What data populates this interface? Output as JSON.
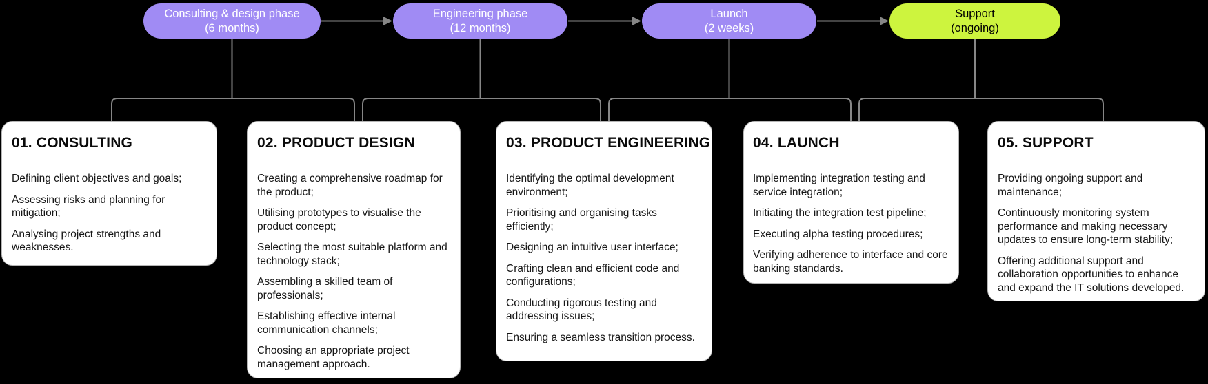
{
  "diagram": {
    "phases": [
      {
        "label": "Consulting & design phase",
        "duration": "(6 months)"
      },
      {
        "label": "Engineering phase",
        "duration": "(12 months)"
      },
      {
        "label": "Launch",
        "duration": "(2 weeks)"
      },
      {
        "label": "Support",
        "duration": "(ongoing)"
      }
    ],
    "cards": [
      {
        "title": "01. CONSULTING",
        "items": [
          "Defining client objectives and goals;",
          "Assessing risks and planning for mitigation;",
          "Analysing project strengths and weaknesses."
        ]
      },
      {
        "title": "02. PRODUCT DESIGN",
        "items": [
          "Creating a comprehensive roadmap for the product;",
          "Utilising prototypes to visualise the product concept;",
          "Selecting the most suitable platform and technology stack;",
          "Assembling a skilled team of professionals;",
          "Establishing effective internal communication channels;",
          "Choosing an appropriate project management approach."
        ]
      },
      {
        "title": "03. PRODUCT ENGINEERING",
        "items": [
          "Identifying the optimal development environment;",
          "Prioritising and organising tasks efficiently;",
          "Designing an intuitive user interface;",
          "Crafting clean and efficient code and configurations;",
          "Conducting rigorous testing and addressing issues;",
          "Ensuring a seamless transition process."
        ]
      },
      {
        "title": "04. LAUNCH",
        "items": [
          "Implementing integration testing and service integration;",
          "Initiating the integration test pipeline;",
          "Executing alpha testing procedures;",
          "Verifying adherence to interface and core banking standards."
        ]
      },
      {
        "title": "05. SUPPORT",
        "items": [
          "Providing ongoing support and maintenance;",
          "Continuously monitoring system performance and making necessary updates to ensure long-term stability;",
          "Offering additional support and collaboration opportunities to enhance and expand the IT solutions developed."
        ]
      }
    ],
    "colors": {
      "background": "#000000",
      "phase_purple": "#a08bf4",
      "phase_green": "#cdf43e",
      "connector": "#868686",
      "card_background": "#ffffff",
      "card_border": "#b5b5b5",
      "text": "#111111",
      "phase_text_purple": "#ffffff",
      "phase_text_green": "#000000"
    }
  }
}
